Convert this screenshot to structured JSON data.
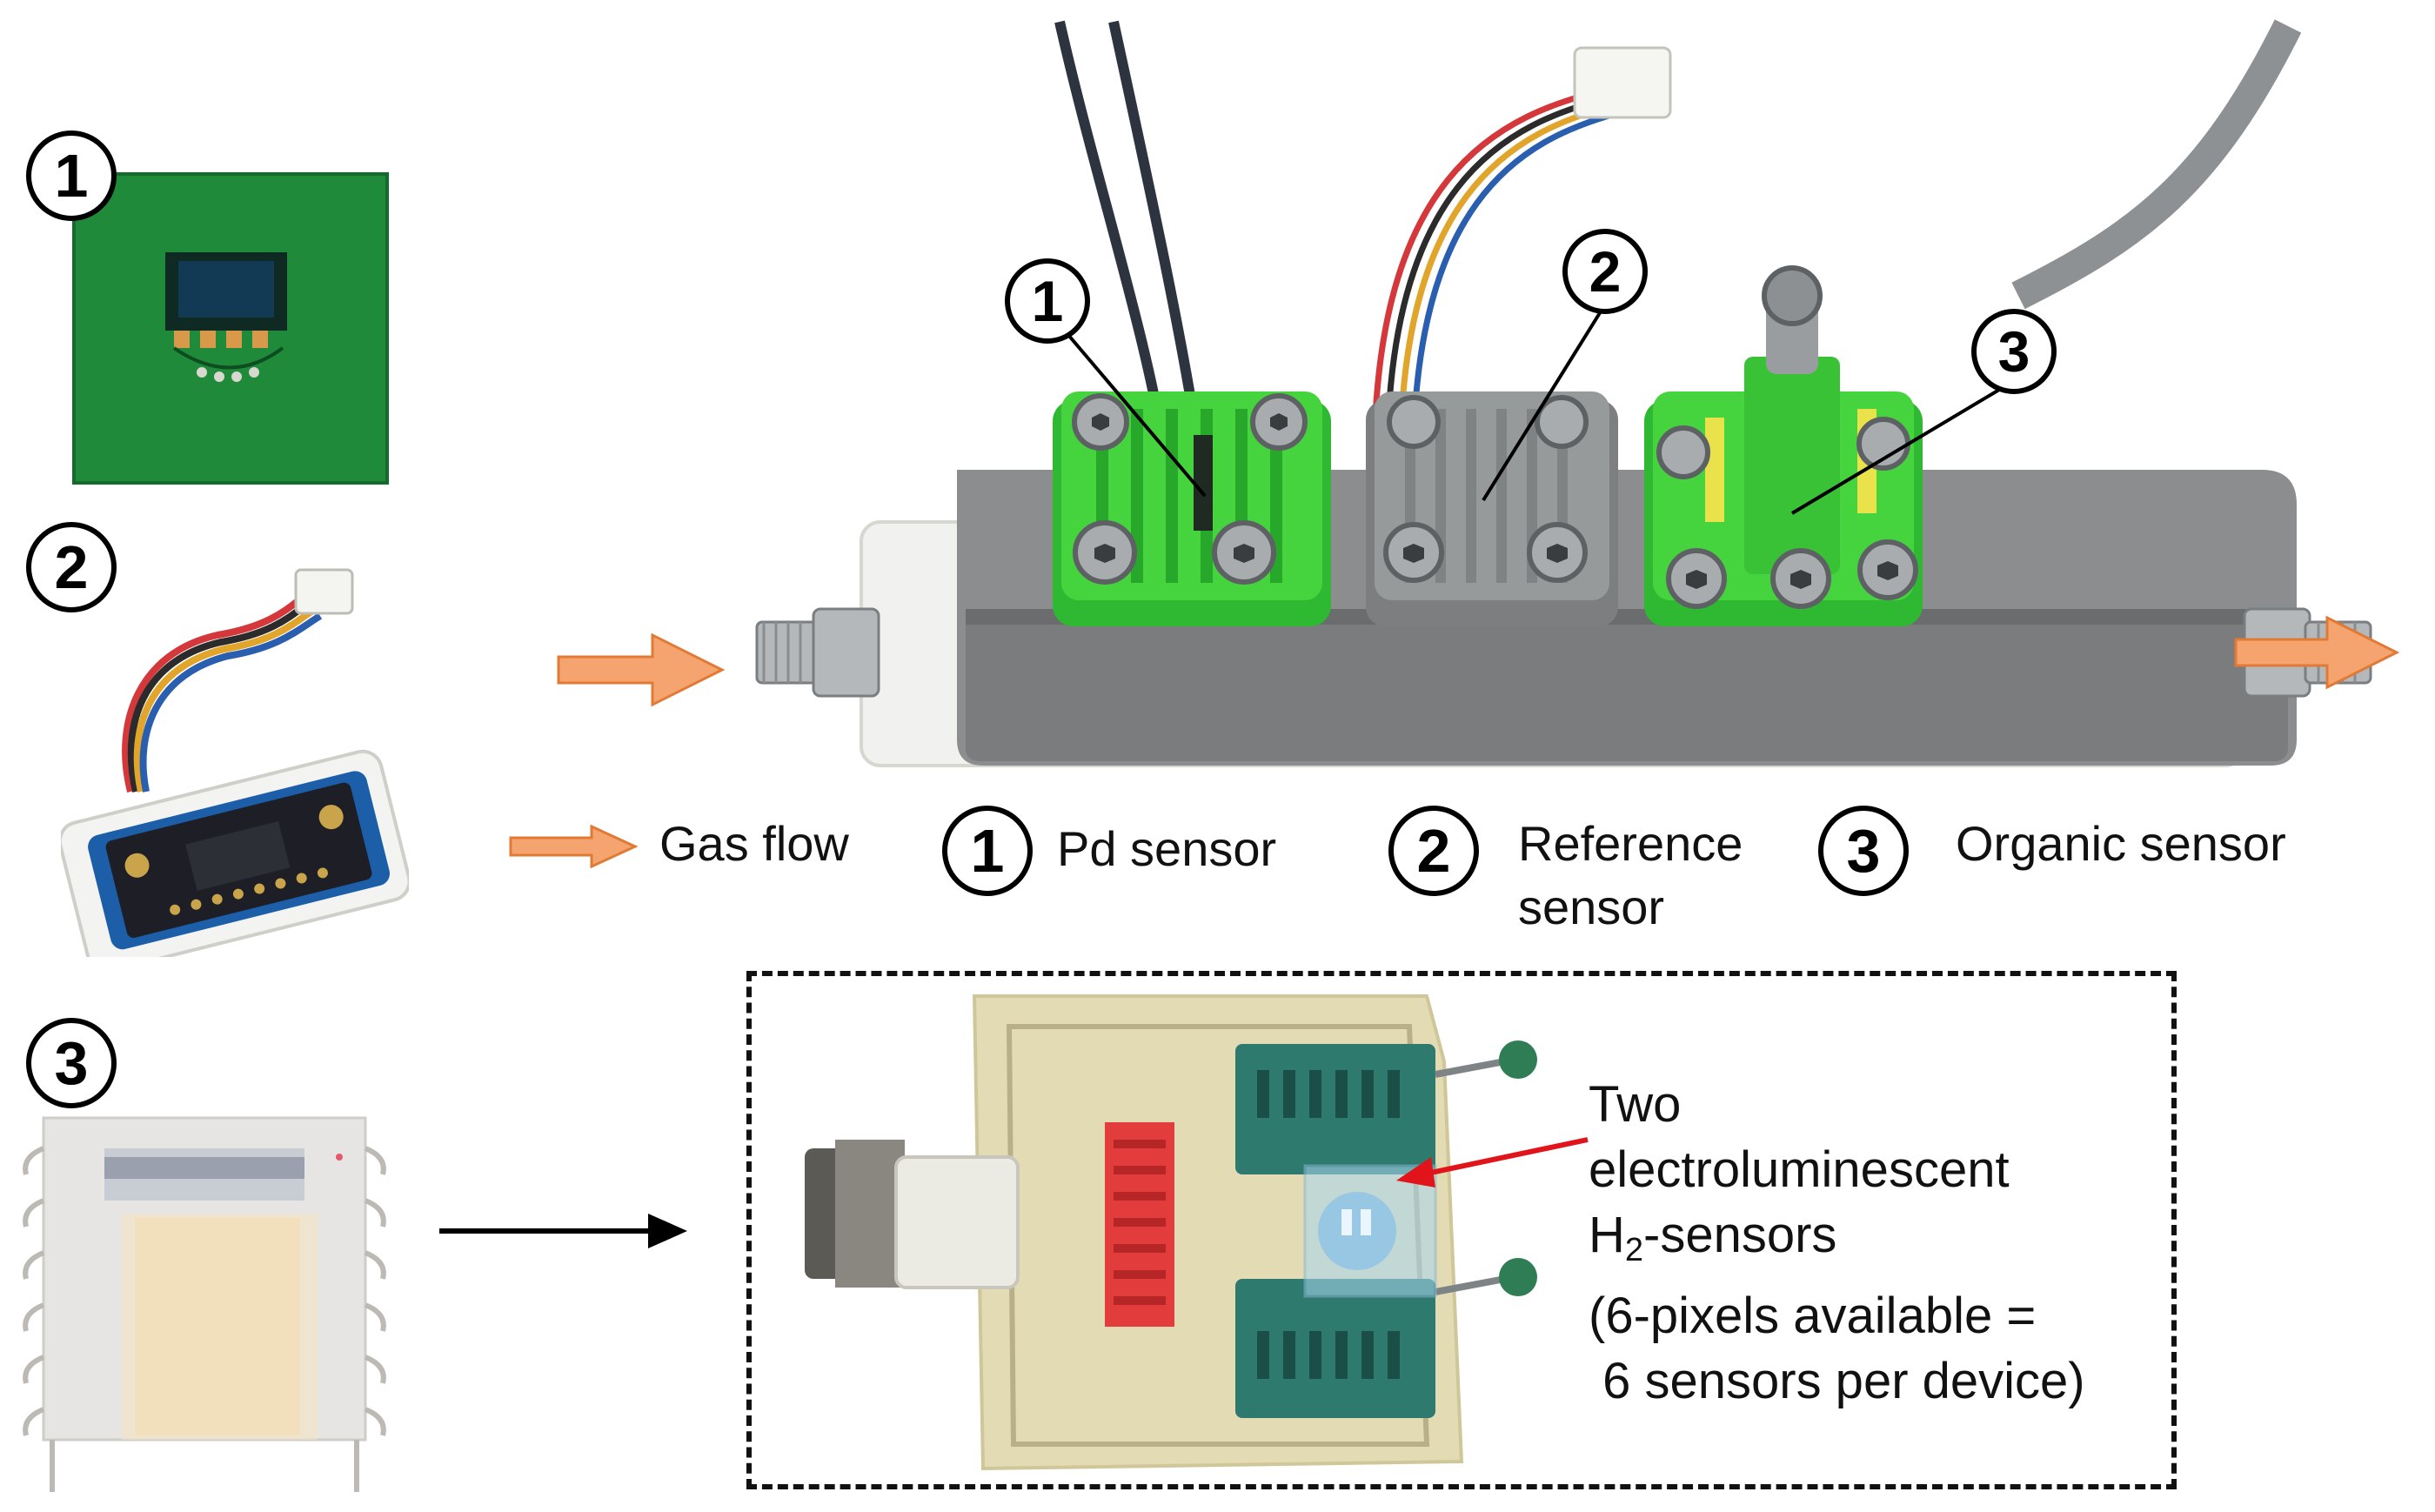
{
  "badges": {
    "one": "1",
    "two": "2",
    "three": "3"
  },
  "legend": {
    "gas_flow": "Gas flow",
    "pd_sensor": "Pd sensor",
    "reference_sensor_line1": "Reference",
    "reference_sensor_line2": "sensor",
    "organic_sensor": "Organic sensor"
  },
  "callout": {
    "line1": "Two",
    "line2": "electroluminescent",
    "line3_prefix": "H",
    "line3_sub": "2",
    "line3_suffix": "-sensors",
    "line4": "(6-pixels available =",
    "line5": " 6 sensors per device)"
  },
  "colors": {
    "pcb_green": "#1f8a3a",
    "printed_green": "#3fce3a",
    "housing_gray": "#7d7f80",
    "housing_white": "#f1f1ef",
    "arrow_orange": "#f6a46f",
    "socket_teal": "#2f7a6e",
    "led_blue": "#4aa8ff",
    "callout_red": "#e0141a"
  }
}
